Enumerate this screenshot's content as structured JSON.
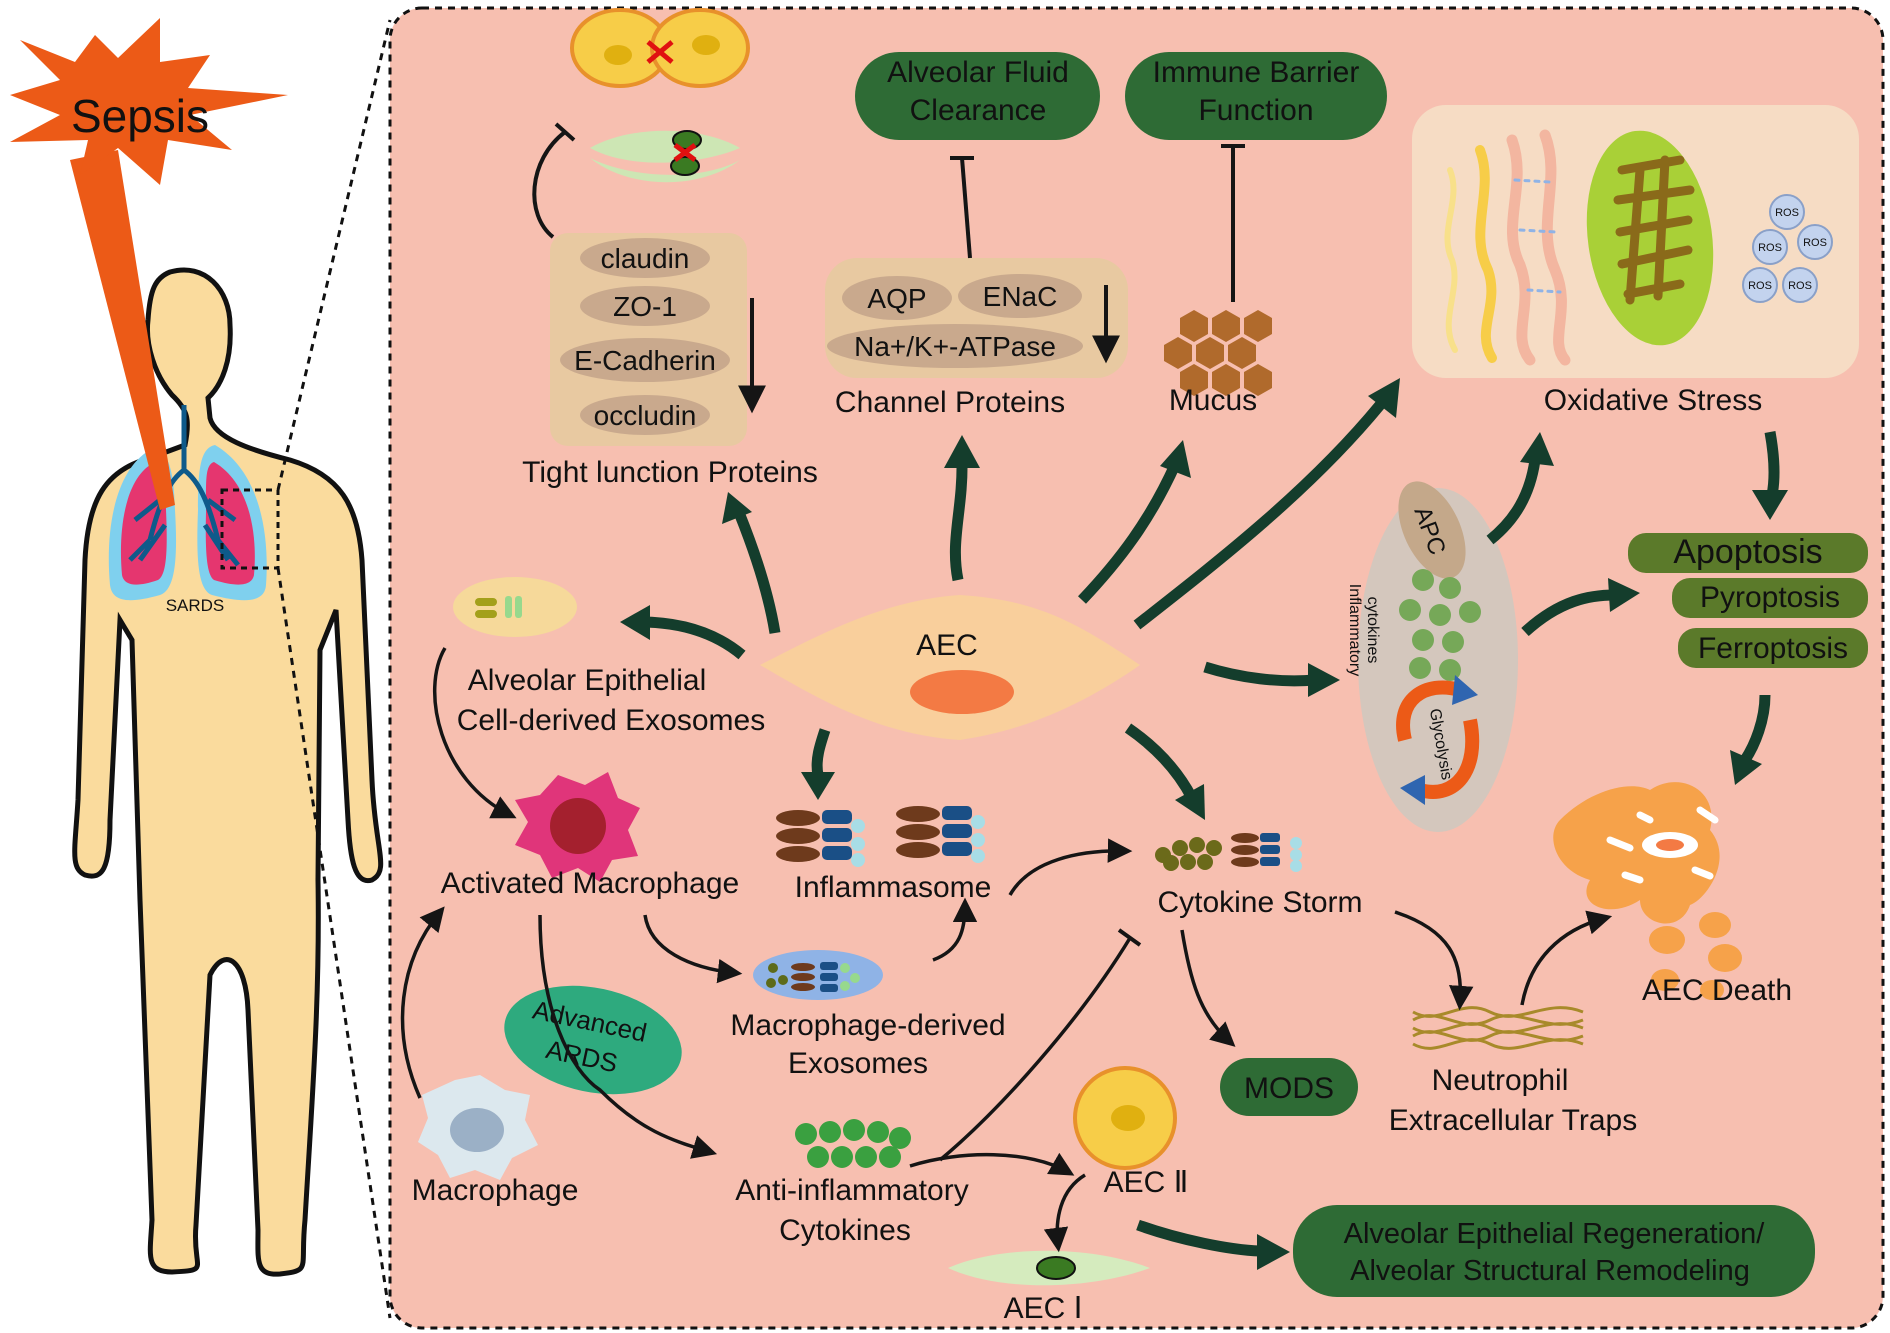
{
  "sepsis": "Sepsis",
  "lung_label": "SARDS",
  "tight_junction": {
    "proteins": [
      "claudin",
      "ZO-1",
      "E-Cadherin",
      "occludin"
    ],
    "caption": "Tight lunction Proteins"
  },
  "channel": {
    "proteins": [
      "AQP",
      "ENaC",
      "Na+/K+-ATPase"
    ],
    "caption": "Channel Proteins"
  },
  "outcomes_top": {
    "fluid": [
      "Alveolar Fluid",
      "Clearance"
    ],
    "immune": [
      "Immune Barrier",
      "Function"
    ]
  },
  "mucus": "Mucus",
  "oxidative": {
    "caption": "Oxidative Stress",
    "ros": [
      "ROS",
      "ROS",
      "ROS",
      "ROS",
      "ROS"
    ]
  },
  "death_modes": [
    "Apoptosis",
    "Pyroptosis",
    "Ferroptosis"
  ],
  "apc": {
    "label": "APC",
    "cytokines": [
      "Inflammatory",
      "cytokines"
    ],
    "glycolysis": "Glycolysis"
  },
  "aec": "AEC",
  "aec_exosomes": [
    "Alveolar Epithelial",
    "Cell-derived Exosomes"
  ],
  "activated_macrophage": "Activated Macrophage",
  "inflammasome": "Inflammasome",
  "cytokine_storm": "Cytokine Storm",
  "aec_death": "AEC Death",
  "advanced_ards": [
    "Advanced",
    "ARDS"
  ],
  "macrophage_exosomes": [
    "Macrophage-derived",
    "Exosomes"
  ],
  "mods": "MODS",
  "net": [
    "Neutrophil",
    "Extracellular Traps"
  ],
  "macrophage": "Macrophage",
  "anti_inflammatory": [
    "Anti-inflammatory",
    "Cytokines"
  ],
  "aec2": "AEC Ⅱ",
  "aec1": "AEC Ⅰ",
  "regeneration": [
    "Alveolar Epithelial Regeneration/",
    "Alveolar Structural Remodeling"
  ],
  "colors": {
    "panel": "#f7bfb0",
    "dark_green": "#2e6b35",
    "olive_green": "#5b7a2a",
    "arrow_green": "#143d2c",
    "skin": "#fadb9d",
    "sepsis_orange": "#ec5a17"
  },
  "icons": {
    "burst": "sepsis-burst-icon",
    "lungs": "lungs-icon",
    "macrophage": "macrophage-cell-icon",
    "dead_cell": "dead-cell-icon"
  }
}
